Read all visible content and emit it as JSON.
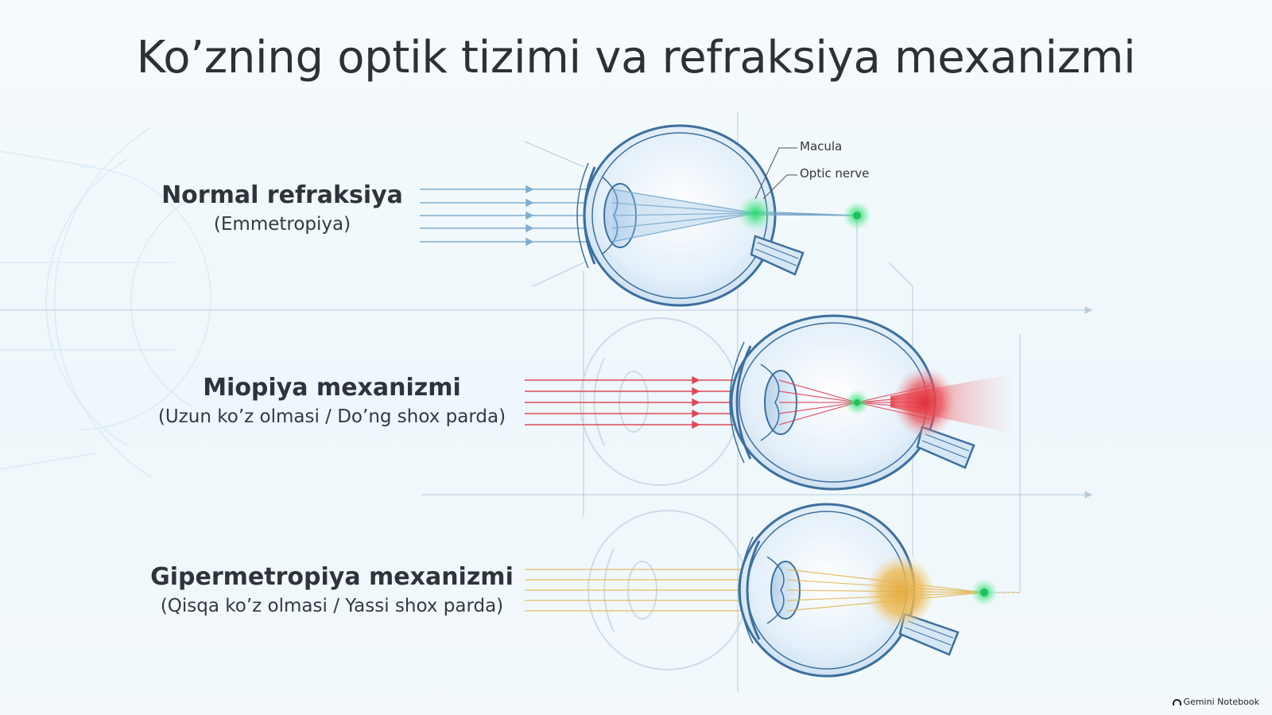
{
  "title": "Ko’zning optik tizimi va refraksiya mexanizmi",
  "rows": [
    {
      "label": "Normal refraksiya",
      "sublabel": "(Emmetropiya)"
    },
    {
      "label": "Miopiya mexanizmi",
      "sublabel": "(Uzun ko’z olmasi / Do’ng shox parda)"
    },
    {
      "label": "Gipermetropiya mexanizmi",
      "sublabel": "(Qisqa ko’z olmasi / Yassi shox parda)"
    }
  ],
  "annotations": {
    "macula": "Macula",
    "optic_nerve": "Optic nerve"
  },
  "brand": "Gemini Notebook",
  "colors": {
    "eye_outline": "#3d6f9e",
    "eye_fill": "#dcecfa",
    "normal_rays": "#6fa2c8",
    "myopia_rays": "#e0485a",
    "hyperopia_rays": "#e3b24d",
    "focus_green": "#27d36b",
    "myopia_blur": "#e8333a",
    "hyperopia_blur": "#e9b640"
  }
}
